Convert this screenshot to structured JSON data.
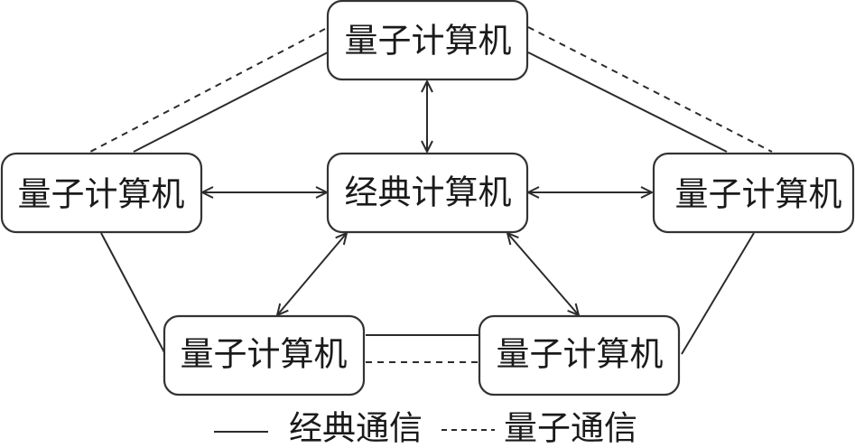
{
  "diagram": {
    "nodes": {
      "top": {
        "label": "量子计算机"
      },
      "left": {
        "label": "量子计算机"
      },
      "center": {
        "label": "经典计算机"
      },
      "right": {
        "label": "量子计算机"
      },
      "bottom_left": {
        "label": "量子计算机"
      },
      "bottom_right": {
        "label": "量子计算机"
      }
    },
    "edges": [
      {
        "from": "top",
        "to": "left",
        "type": "classical"
      },
      {
        "from": "top",
        "to": "left",
        "type": "quantum"
      },
      {
        "from": "top",
        "to": "right",
        "type": "classical"
      },
      {
        "from": "top",
        "to": "right",
        "type": "quantum"
      },
      {
        "from": "left",
        "to": "bottom_left",
        "type": "classical"
      },
      {
        "from": "right",
        "to": "bottom_right",
        "type": "classical"
      },
      {
        "from": "bottom_left",
        "to": "bottom_right",
        "type": "classical"
      },
      {
        "from": "bottom_left",
        "to": "bottom_right",
        "type": "quantum"
      },
      {
        "from": "center",
        "to": "top",
        "type": "bidirectional-arrow"
      },
      {
        "from": "center",
        "to": "left",
        "type": "bidirectional-arrow"
      },
      {
        "from": "center",
        "to": "right",
        "type": "bidirectional-arrow"
      },
      {
        "from": "center",
        "to": "bottom_left",
        "type": "bidirectional-arrow"
      },
      {
        "from": "center",
        "to": "bottom_right",
        "type": "bidirectional-arrow"
      }
    ]
  },
  "legend": {
    "classical": {
      "label": "经典通信",
      "style": "solid"
    },
    "quantum": {
      "label": "量子通信",
      "style": "dashed"
    }
  },
  "colors": {
    "stroke": "#333333",
    "text": "#1a1a1a",
    "background": "#ffffff"
  }
}
